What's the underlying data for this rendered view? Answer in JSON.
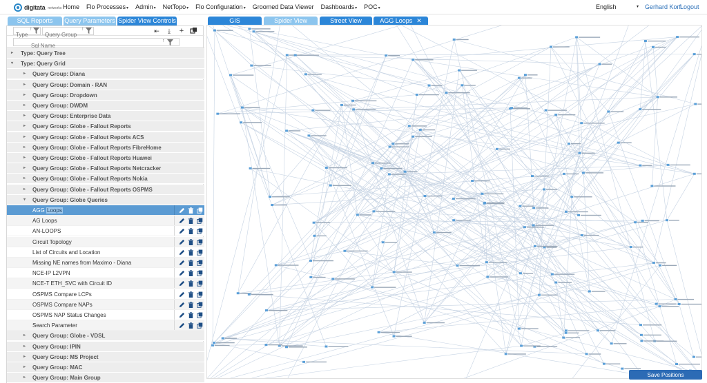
{
  "logo": {
    "text": "digitata",
    "sub": "networks"
  },
  "nav": [
    {
      "label": "Home",
      "caret": false
    },
    {
      "label": "Flo Processes",
      "caret": true
    },
    {
      "label": "Admin",
      "caret": true
    },
    {
      "label": "NetTopo",
      "caret": true
    },
    {
      "label": "Flo Configuration",
      "caret": true
    },
    {
      "label": "Groomed Data Viewer",
      "caret": false
    },
    {
      "label": "Dashboards",
      "caret": true
    },
    {
      "label": "POC",
      "caret": true
    }
  ],
  "caret_glyph": "▾",
  "language": "English",
  "user": {
    "name": "Gerhard Korf",
    "logout": "Logout"
  },
  "left_tabs": [
    "SQL Reports",
    "Query Parameters",
    "Spider View Controls"
  ],
  "right_tabs": {
    "gis": "GIS",
    "spider": "Spider View",
    "street": "Street View",
    "agg": "AGG Loops",
    "close": "✕"
  },
  "filters": {
    "type_placeholder": "Type",
    "group_placeholder": "Query Group",
    "name_placeholder": "Sql Name"
  },
  "toolbar_icons": [
    "collapse-icon",
    "download-icon",
    "add-icon",
    "copy-icon"
  ],
  "tree": {
    "type_query_tree": "Type: Query Tree",
    "type_query_grid": "Type: Query Grid",
    "groups_before": [
      "Query Group: Diana",
      "Query Group: Domain - RAN",
      "Query Group: Dropdown",
      "Query Group: DWDM",
      "Query Group: Enterprise Data",
      "Query Group: Globe - Fallout Reports",
      "Query Group: Globe - Fallout Reports ACS",
      "Query Group: Globe - Fallout Reports FibreHome",
      "Query Group: Globe - Fallout Reports Huawei",
      "Query Group: Globe - Fallout Reports Netcracker",
      "Query Group: Globe - Fallout Reports Nokia",
      "Query Group: Globe - Fallout Reports OSPMS",
      "Query Group: Globe Queries"
    ],
    "selected_prefix": "AGG ",
    "selected_highlight": "Loops",
    "items": [
      "AG Loops",
      "AN-LOOPS",
      "Circuit Topology",
      "List of Circuits and Location",
      "Missing NE names from Maximo - Diana",
      "NCE-IP L2VPN",
      "NCE-T ETH_SVC with Circuit ID",
      "OSPMS Compare LCPs",
      "OSPMS Compare NAPs",
      "OSPMS NAP Status Changes",
      "Search Parameter"
    ],
    "groups_after": [
      "Query Group: Globe - VDSL",
      "Query Group: IPIN",
      "Query Group: MS Project",
      "Query Group: MAC",
      "Query Group: Main Group"
    ]
  },
  "save_button": "Save Positions",
  "colors": {
    "accent": "#2c86d8",
    "accent_light": "#8cc5ee",
    "selected_row": "#5b9bd3",
    "node": "#5a9fd8",
    "edge": "#c6d3e3",
    "button": "#2c6bb5"
  }
}
